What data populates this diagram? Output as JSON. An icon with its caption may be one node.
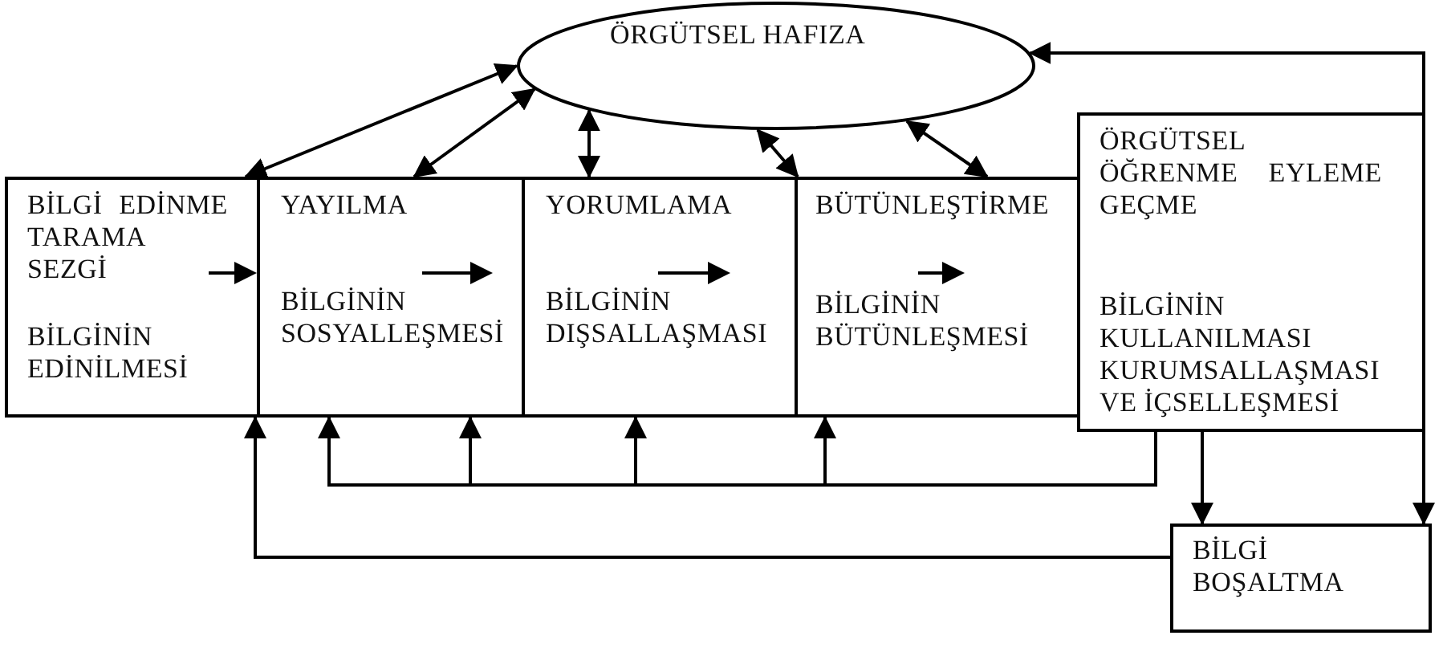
{
  "diagram": {
    "nodes": [
      {
        "text": [
          "ÖRGÜTSEL HAFIZA"
        ]
      },
      {
        "text": [
          "BİLGİ EDİNME TARAMA SEZGİ",
          "BİLGİNİN EDİNİLMESİ"
        ]
      },
      {
        "text": [
          "YAYILMA",
          "BİLGİNİN SOSYALLEŞMESİ"
        ]
      },
      {
        "text": [
          "YORUMLAMA",
          "BİLGİNİN DIŞSALLAŞMASI"
        ]
      },
      {
        "text": [
          "BÜTÜNLEŞTİRME",
          "BİLGİNİN BÜTÜNLEŞMESİ"
        ]
      },
      {
        "text": [
          "ÖRGÜTSEL ÖĞRENME EYLEME GEÇME",
          "BİLGİNİN KULLANILMASI KURUMSALLAŞMASI VE İÇSELLEŞMESİ"
        ]
      },
      {
        "text": [
          "BİLGİ BOŞALTMA"
        ]
      }
    ],
    "edges": [
      {
        "from": 0,
        "to": 1,
        "arrow": "both"
      },
      {
        "from": 0,
        "to": 2,
        "arrow": "both"
      },
      {
        "from": 0,
        "to": 3,
        "arrow": "both"
      },
      {
        "from": 0,
        "to": 4,
        "arrow": "both"
      },
      {
        "from": 0,
        "to": 4,
        "arrow": "both"
      },
      {
        "from": 0,
        "to": 6,
        "arrow": "both"
      },
      {
        "from": 5,
        "to": 2,
        "arrow": "to"
      },
      {
        "from": 5,
        "to": 2,
        "arrow": "to"
      },
      {
        "from": 5,
        "to": 3,
        "arrow": "to"
      },
      {
        "from": 5,
        "to": 4,
        "arrow": "to"
      },
      {
        "from": 5,
        "to": 6,
        "arrow": "to"
      },
      {
        "from": 6,
        "to": 1,
        "arrow": "to"
      }
    ]
  }
}
